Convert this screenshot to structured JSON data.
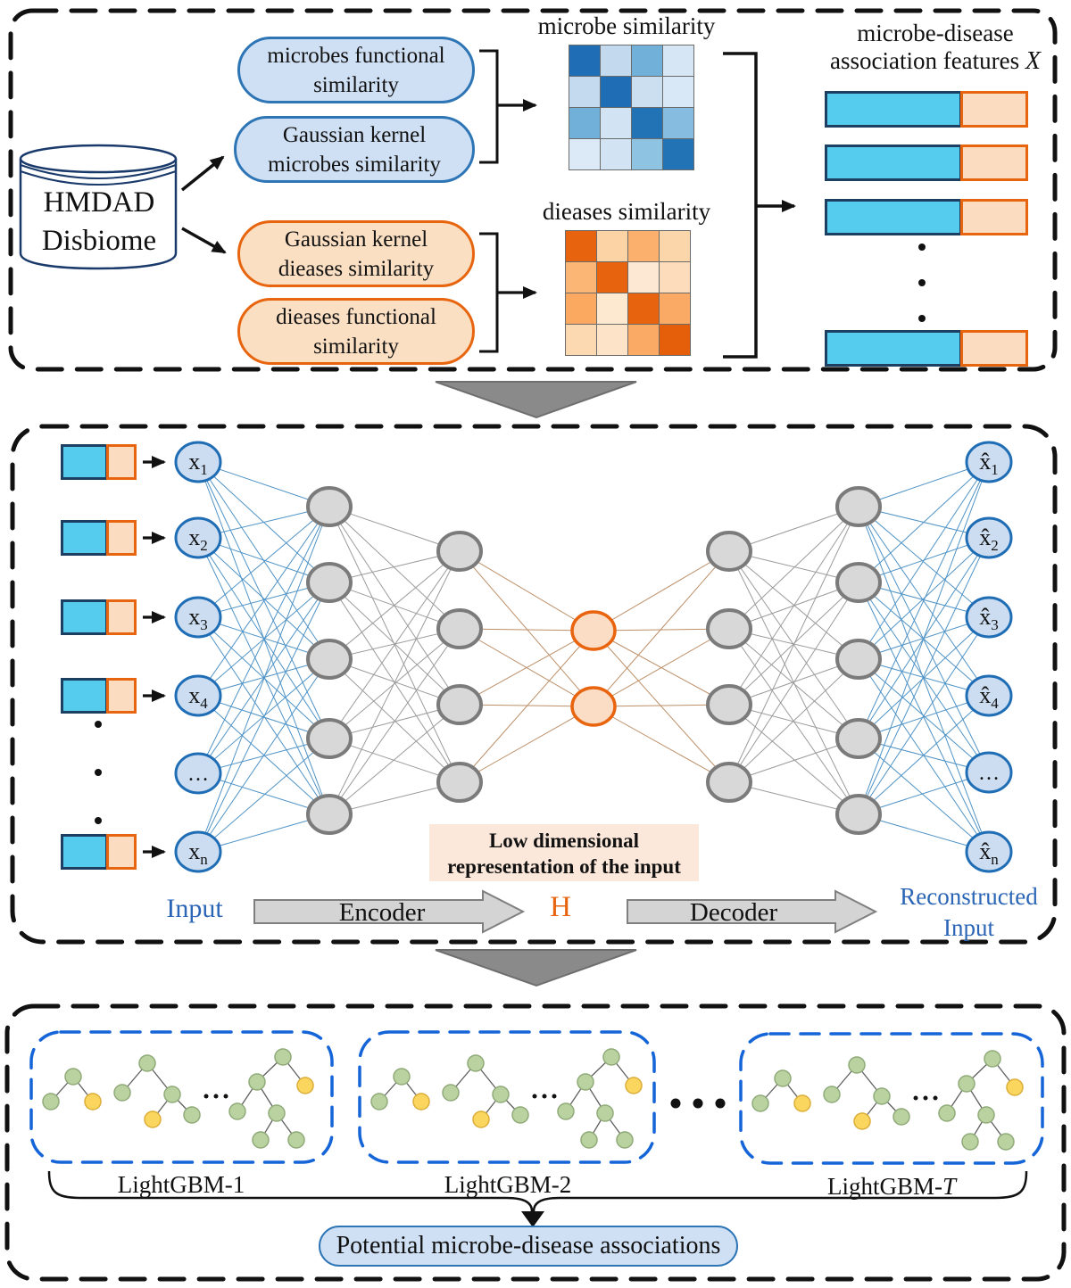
{
  "colors": {
    "cyan": "#55cbee",
    "cyan_border": "#1d3f61",
    "peach": "#fbdcc0",
    "peach_border": "#e8650f",
    "blue_pill_fill": "#cfe0f4",
    "blue_pill_border": "#2e75b6",
    "orange_pill_fill": "#fbdfc3",
    "orange_pill_border": "#e8650f",
    "lgbm_box_border": "#1565d8",
    "tree_green": "#b9d2a0",
    "tree_green_border": "#90aa79",
    "tree_yellow": "#fbd65f",
    "tree_yellow_border": "#dcae39",
    "node_gray": "#d8d8d8",
    "node_gray_border": "#7b7b7b",
    "node_blue": "#ccddf1",
    "node_blue_border": "#1f6db5",
    "node_code": "#fbdcc4",
    "node_code_border": "#e8640f",
    "edge_blue": "#4f93c6",
    "edge_gray": "#9b9b9b",
    "edge_tan": "#bc8f68",
    "lowdim_bg": "#fce8da",
    "label_blue": "#2b65b6",
    "h_orange": "#e8640f",
    "arrow_gray_fill": "#d4d4d4",
    "arrow_gray_border": "#7f7f7f",
    "triangle_fill": "#8a8a8a"
  },
  "panel1": {
    "database": {
      "line1": "HMDAD",
      "line2": "Disbiome"
    },
    "pills": {
      "microbe_functional": {
        "line1": "microbes functional",
        "line2": "similarity"
      },
      "microbe_gaussian": {
        "line1": "Gaussian kernel",
        "line2": "microbes similarity"
      },
      "disease_gaussian": {
        "line1": "Gaussian kernel",
        "line2": "dieases similarity"
      },
      "disease_functional": {
        "line1": "dieases functional",
        "line2": "similarity"
      }
    },
    "microbe_matrix": {
      "title": "microbe similarity",
      "cells": [
        [
          "#1f6eb5",
          "#c2d9ee",
          "#71b1d9",
          "#d7e6f4"
        ],
        [
          "#c4daef",
          "#1f6eb5",
          "#cbdff1",
          "#d9e8f6"
        ],
        [
          "#71b1d9",
          "#d2e3f3",
          "#2272b6",
          "#85bcdf"
        ],
        [
          "#dceaf7",
          "#d2e3f3",
          "#8ec3e2",
          "#2272b6"
        ]
      ]
    },
    "disease_matrix": {
      "title": "dieases similarity",
      "cells": [
        [
          "#e8630e",
          "#fbd3a5",
          "#fbb06e",
          "#fbd6aa"
        ],
        [
          "#fbb575",
          "#e8630e",
          "#fde9d3",
          "#fcdcba"
        ],
        [
          "#fba961",
          "#fde8d0",
          "#e8630e",
          "#fbaa65"
        ],
        [
          "#fcd9b1",
          "#fde4c8",
          "#fbaa65",
          "#e55e09"
        ]
      ]
    },
    "features": {
      "title_line1": "microbe-disease",
      "title_line2": "association features",
      "title_var": "X"
    }
  },
  "panel2": {
    "input_label": "Input",
    "encoder_label": "Encoder",
    "bottleneck_label": "H",
    "decoder_label": "Decoder",
    "reconstructed_line1": "Reconstructed",
    "reconstructed_line2": "Input",
    "lowdim_line1": "Low dimensional",
    "lowdim_line2": "representation of the input",
    "input_node_labels": [
      {
        "base": "x",
        "sub": "1"
      },
      {
        "base": "x",
        "sub": "2"
      },
      {
        "base": "x",
        "sub": "3"
      },
      {
        "base": "x",
        "sub": "4"
      },
      {
        "base": "…",
        "sub": ""
      },
      {
        "base": "x",
        "sub": "n"
      }
    ],
    "output_node_labels": [
      {
        "base": "x̂",
        "sub": "1"
      },
      {
        "base": "x̂",
        "sub": "2"
      },
      {
        "base": "x̂",
        "sub": "3"
      },
      {
        "base": "x̂",
        "sub": "4"
      },
      {
        "base": "…",
        "sub": ""
      },
      {
        "base": "x̂",
        "sub": "n"
      }
    ]
  },
  "panel3": {
    "box_labels": [
      {
        "prefix": "LightGBM-1",
        "italic": ""
      },
      {
        "prefix": "LightGBM-2",
        "italic": ""
      },
      {
        "prefix": "LightGBM-",
        "italic": "T"
      }
    ],
    "output_pill": "Potential microbe-disease associations"
  }
}
